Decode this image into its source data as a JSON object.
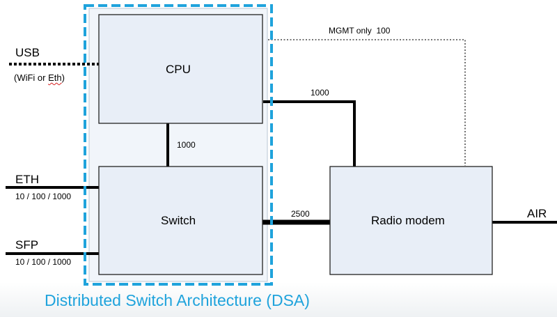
{
  "blocks": {
    "cpu": "CPU",
    "switch": "Switch",
    "radio_modem": "Radio modem"
  },
  "ports": {
    "usb": {
      "name": "USB",
      "detail_prefix": "(WiFi or ",
      "detail_underlined": "Eth",
      "detail_suffix": ")"
    },
    "eth": {
      "name": "ETH",
      "speeds": "10 / 100 / 1000"
    },
    "sfp": {
      "name": "SFP",
      "speeds": "10 / 100 / 1000"
    },
    "air": {
      "name": "AIR"
    }
  },
  "links": {
    "mgmt": "MGMT only  100",
    "cpu_to_radio": "1000",
    "cpu_to_switch": "1000",
    "switch_to_radio": "2500"
  },
  "caption": "Distributed Switch Architecture (DSA)",
  "colors": {
    "dsa_border": "#1fa3dc",
    "block_fill": "#e8eef7",
    "caption": "#1fa3dc"
  }
}
